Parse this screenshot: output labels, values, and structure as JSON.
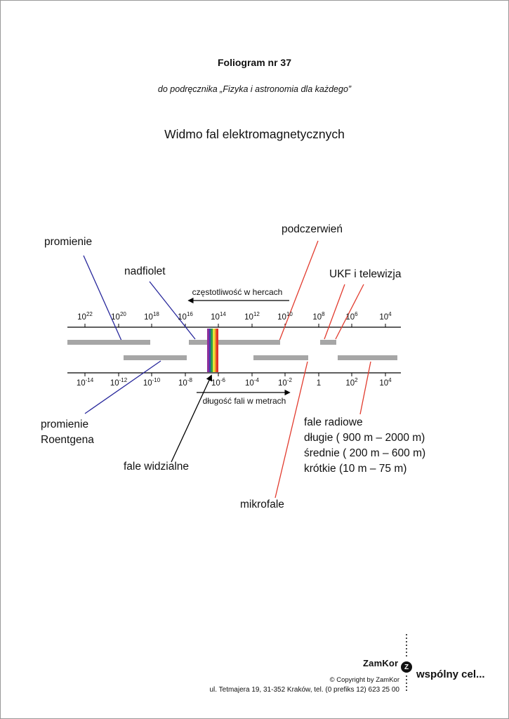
{
  "header": {
    "foliogram": "Foliogram nr 37",
    "subtitle": "do podręcznika „Fizyka i astronomia dla każdego”",
    "title": "Widmo fal elektromagnetycznych"
  },
  "diagram": {
    "freq_axis": {
      "label": "częstotliwość w hercach",
      "ticks": [
        {
          "base": "10",
          "exp": "22"
        },
        {
          "base": "10",
          "exp": "20"
        },
        {
          "base": "10",
          "exp": "18"
        },
        {
          "base": "10",
          "exp": "16"
        },
        {
          "base": "10",
          "exp": "14"
        },
        {
          "base": "10",
          "exp": "12"
        },
        {
          "base": "10",
          "exp": "10"
        },
        {
          "base": "10",
          "exp": "8"
        },
        {
          "base": "10",
          "exp": "6"
        },
        {
          "base": "10",
          "exp": "4"
        }
      ]
    },
    "wavelength_axis": {
      "label": "długość fali w metrach",
      "ticks": [
        {
          "base": "10",
          "exp": "-14"
        },
        {
          "base": "10",
          "exp": "-12"
        },
        {
          "base": "10",
          "exp": "-10"
        },
        {
          "base": "10",
          "exp": "-8"
        },
        {
          "base": "10",
          "exp": "-6"
        },
        {
          "base": "10",
          "exp": "-4"
        },
        {
          "base": "10",
          "exp": "-2"
        },
        {
          "base": "1",
          "exp": ""
        },
        {
          "base": "10",
          "exp": "2"
        },
        {
          "base": "10",
          "exp": "4"
        }
      ]
    },
    "labels": {
      "gamma": "promienie",
      "uv": "nadfiolet",
      "ir": "podczerwień",
      "ukf": "UKF i telewizja",
      "xray_line1": "promienie",
      "xray_line2": "Roentgena",
      "visible": "fale widzialne",
      "micro": "mikrofale",
      "radio_title": "fale radiowe",
      "radio_long": "długie ( 900 m – 2000 m)",
      "radio_medium": "średnie ( 200 m – 600 m)",
      "radio_short": "krótkie (10 m – 75 m)"
    },
    "colors": {
      "bar": "#a6a6a6",
      "blue_line": "#26269b",
      "red_line": "#e23b2e",
      "rainbow": [
        "#8c2f9b",
        "#3a43b0",
        "#2e9e49",
        "#e8e23a",
        "#ef8c2a",
        "#e03127"
      ]
    }
  },
  "footer": {
    "brand": "ZamKor",
    "logo_letter": "Z",
    "slogan": "wspólny cel...",
    "copyright": "© Copyright by ZamKor",
    "address": "ul. Tetmajera 19, 31-352 Kraków, tel. (0 prefiks 12) 623 25 00"
  }
}
